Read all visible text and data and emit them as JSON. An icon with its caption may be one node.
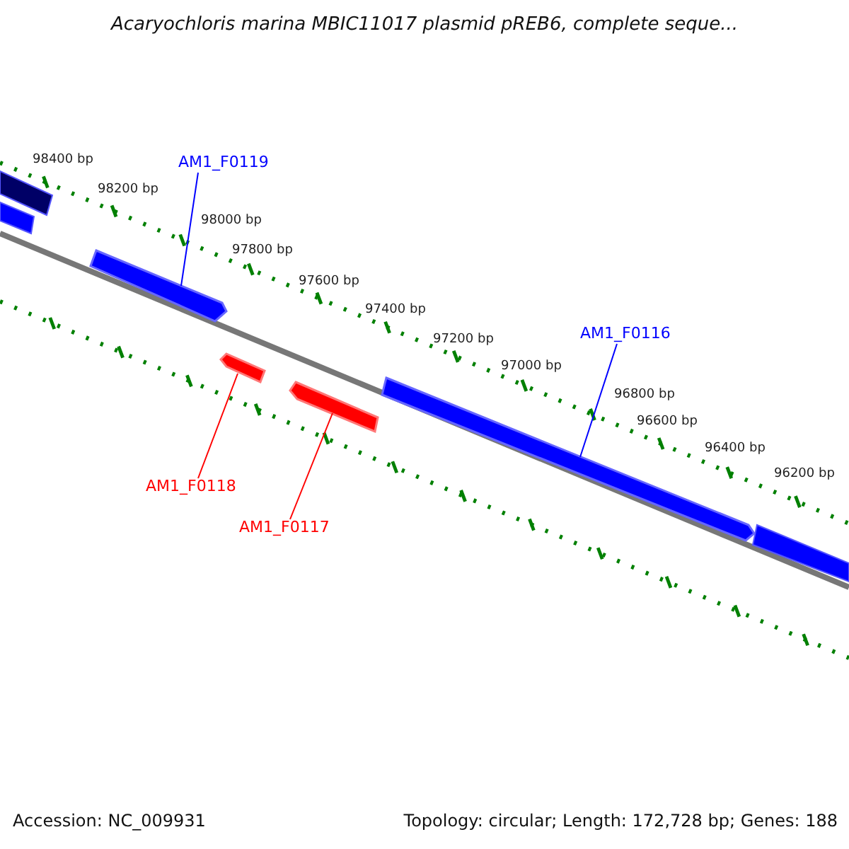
{
  "diagram": {
    "title": "Acaryochloris marina MBIC11017 plasmid pREB6, complete seque...",
    "nodes": [
      {
        "text": [
          "AM1_F0119"
        ]
      },
      {
        "text": [],
        "shape": "bar"
      },
      {
        "text": [
          "AM1_F0116"
        ]
      },
      {
        "text": [],
        "shape": "bar"
      },
      {
        "text": [
          "AM1_F0118"
        ]
      },
      {
        "text": [],
        "shape": "bar"
      },
      {
        "text": [
          "AM1_F0117"
        ]
      },
      {
        "text": [],
        "shape": "bar"
      }
    ],
    "edges": [
      {
        "from": 0,
        "to": 1,
        "arrow": "none",
        "color": "#0000ff"
      },
      {
        "from": 2,
        "to": 3,
        "arrow": "none",
        "color": "#0000ff"
      },
      {
        "from": 4,
        "to": 5,
        "arrow": "none",
        "color": "#ff0000"
      },
      {
        "from": 6,
        "to": 7,
        "arrow": "none",
        "color": "#ff0000"
      }
    ],
    "labels": [
      "98400 bp",
      "98200 bp",
      "98000 bp",
      "97800 bp",
      "97600 bp",
      "97400 bp",
      "97200 bp",
      "97000 bp",
      "96800 bp",
      "96600 bp",
      "96400 bp",
      "96200 bp",
      "Accession: NC_009931",
      "Topology: circular; Length: 172,728 bp; Genes: 188"
    ]
  }
}
